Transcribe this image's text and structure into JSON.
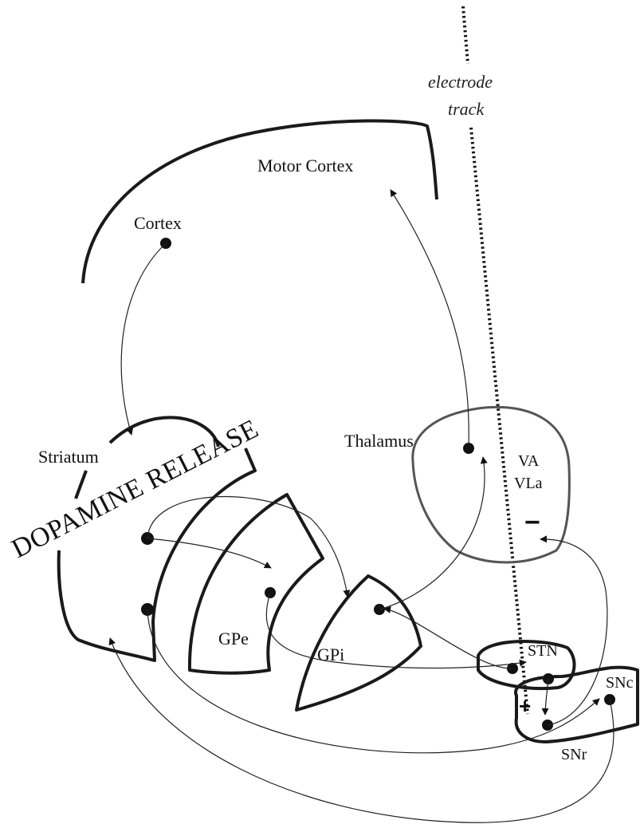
{
  "labels": {
    "electrode_line1": "electrode",
    "electrode_line2": "track",
    "motor_cortex": "Motor Cortex",
    "cortex": "Cortex",
    "striatum": "Striatum",
    "dopamine_release": "DOPAMINE RELEASE",
    "thalamus": "Thalamus",
    "va": "VA",
    "vla": "VLa",
    "gpe": "GPe",
    "gpi": "GPi",
    "stn": "STN",
    "snc": "SNc",
    "snr": "SNr",
    "minus": "−",
    "plus": "+"
  }
}
